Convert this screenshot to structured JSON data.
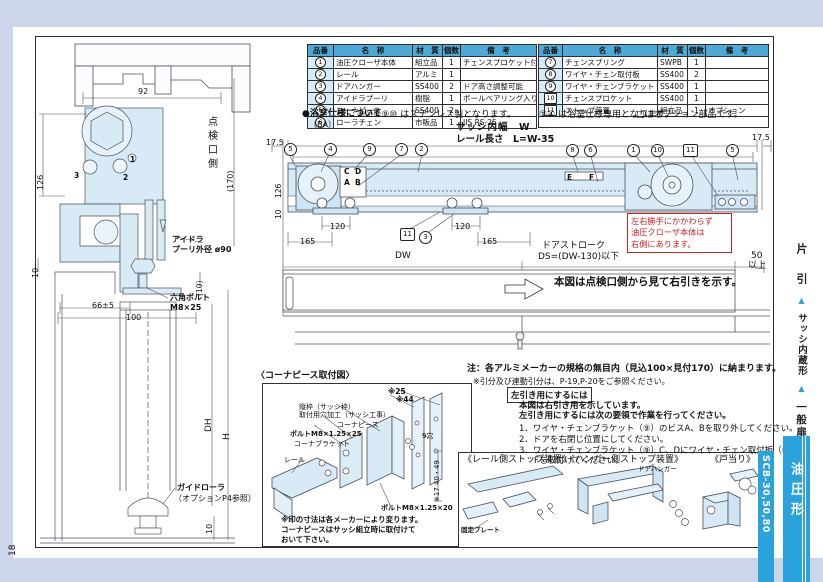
{
  "page": {
    "number": "18"
  },
  "parts_table_left": {
    "headers": [
      "品番",
      "名　称",
      "材　質",
      "個数",
      "備　考"
    ],
    "rows": [
      [
        "1",
        "油圧クローザ本体",
        "組立品",
        "1",
        "チェンスプロケット付"
      ],
      [
        "2",
        "レール",
        "アルミ",
        "1",
        ""
      ],
      [
        "3",
        "ドアハンガー",
        "SS400",
        "2",
        "ドア高さ調整可能"
      ],
      [
        "4",
        "アイドラプーリ",
        "樹脂",
        "1",
        "ボールベアリング入り"
      ],
      [
        "5",
        "コーナピース",
        "SS400",
        "2",
        ""
      ],
      [
        "6",
        "ローラチェン",
        "市販品",
        "1",
        "JIS RS-25"
      ]
    ]
  },
  "parts_table_right": {
    "headers": [
      "品番",
      "名　称",
      "材　質",
      "個数",
      "備　考"
    ],
    "rows": [
      [
        "7",
        "チェンスプリング",
        "SWPB",
        "1",
        ""
      ],
      [
        "8",
        "ワイヤ・チェン取付板",
        "SS400",
        "2",
        ""
      ],
      [
        "9",
        "ワイヤ・チェンブラケット",
        "SS400",
        "1",
        ""
      ],
      [
        "10",
        "チェンスプロケット",
        "SS400",
        "1",
        ""
      ],
      [
        "11",
        "ストップ装置",
        "組立品",
        "1",
        "オプション"
      ]
    ]
  },
  "bath_note": {
    "title": "●浴室仕様について",
    "title_sub": "〔BA〕",
    "text1": "⑥⑦⑧⑨⑩ はステンレス製となります。",
    "text2": "①④ は浴室仕様専用となります。",
    "text3": "□はオプション部品です。"
  },
  "assembly": {
    "sash_width_label": "サッシ内幅　W",
    "rail_length_label": "レール長さ　L=W-35",
    "dim_17_5_left": "17.5",
    "dim_17_5_right": "17.5",
    "dim_126": "126",
    "dim_10": "10",
    "balloons_left": [
      "5",
      "4",
      "9",
      "7",
      "2"
    ],
    "balloons_right": [
      "8",
      "6",
      "1",
      "10",
      "11",
      "5"
    ],
    "letter_c": "C",
    "letter_d": "D",
    "letter_a": "A",
    "letter_b": "B",
    "letter_e": "E",
    "letter_f": "F",
    "dim_120_left": "120",
    "dim_165_left": "165",
    "balloon_stop": "11",
    "balloon_hanger": "3",
    "dim_120_right": "120",
    "dim_165_right": "165",
    "dw_label": "DW",
    "door_stroke_label": "ドアストローク",
    "door_stroke_formula": "DS=(DW-130)以下",
    "dim_50": "50",
    "dim_50_sub": "以上",
    "red_note_line1": "左右勝手にかかわらず",
    "red_note_line2": "油圧クローザ本体は",
    "red_note_line3": "右側にあります。",
    "direction_note": "本図は点検口側から見て右引きを示す。"
  },
  "cross_section": {
    "dim_92": "92",
    "dim_126": "126",
    "dim_170": "(170)",
    "inspection_label": "点検口側",
    "dim_10_rail": "10",
    "num_1": "1",
    "num_2": "2",
    "num_3": "3",
    "idler_line1": "アイドラ",
    "idler_line2": "プーリ外径 ø90",
    "bolt_line1": "六角ボルト",
    "bolt_line2": "M8×25",
    "dim_10_paren": "(10)",
    "dim_66": "66±5",
    "dim_100": "100",
    "dim_dh": "DH",
    "dim_h": "H",
    "guide_line1": "ガイドローラ",
    "guide_line2": "（オプションP4参照）",
    "dim_10_bottom": "10"
  },
  "corner_box": {
    "title": "〈コーナピース取付図〉",
    "dim_25": "※25",
    "dim_44": "※44",
    "label_frame1": "縦枠（サッシ枠）",
    "label_frame2": "取付用穴加工（サッシ工事）",
    "label_corner_piece": "コーナピース",
    "label_bolt25": "ボルトM8×1.25×25",
    "label_bracket": "コーナブラケット",
    "label_rail": "レール",
    "label_holes": "9穴",
    "dim_vertical": "※17 40・49",
    "label_bolt20": "ボルトM8×1.25×20",
    "note1": "※印の寸法は各メーカーにより変ります。",
    "note2": "コーナピースはサッシ組立時に取付けて",
    "note3": "おいて下さい。"
  },
  "notes": {
    "note_main": "注：各アルミメーカーの規格の無目内（見込100×見付170）に納まります。",
    "note_ref": "※引分及び連動引分は、P-19,P-20をご参照ください。",
    "left_pull_title": "左引き用にするには",
    "line1": "本図は右引き用を示しています。",
    "line2": "左引き用にするには次の要領で作業を行ってください。",
    "step1": "1．ワイヤ・チェンブラケット（⑨）のビスA、Bを取り外してください。",
    "step2": "2．ドアを右閉じ位置にしてください。",
    "step3": "3．ワイヤ・チェンブラケット（⑨）C、Dにワイヤ・チェン取付板（⑧）E、",
    "step3_cont": "Fを取付けてください。"
  },
  "stop_box": {
    "title_rail": "《レール側ストップ装置》",
    "title_hanger": "《ハンガー側ストップ装置》",
    "title_door": "《戸当り》",
    "label_plate": "固定プレート",
    "label_hanger": "ドアハンガー"
  },
  "sidebar": {
    "nav_item1": "片　引",
    "nav_item2": "サッシ内蔵形",
    "nav_item3": "一般扉",
    "triangle": "▲",
    "type_tab": "油圧形",
    "model_tab": "SCB-30,50,80"
  },
  "colors": {
    "tab_blue": "#2aa3dc",
    "table_header_blue": "#4fa9d6",
    "drawing_fill": "#d8eaf6",
    "red_accent": "#cc2222"
  }
}
